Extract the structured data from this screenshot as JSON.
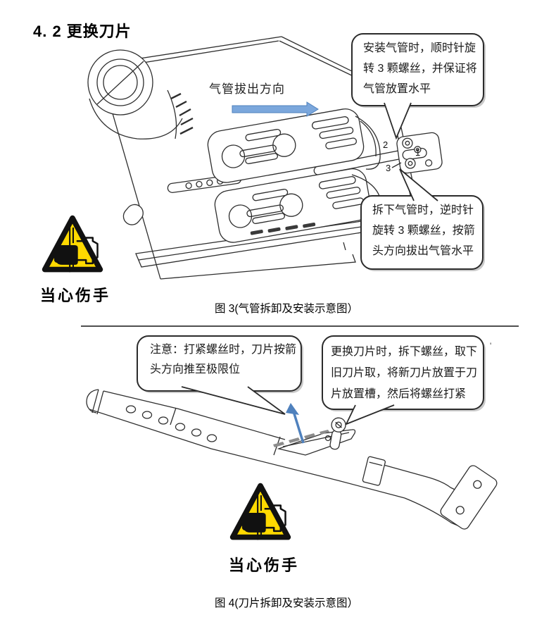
{
  "page": {
    "title": "4. 2 更换刀片",
    "stray_mark": "'"
  },
  "figure3": {
    "direction_label": "气管拔出方向",
    "bubble_install_lines": [
      "安装气管时，顺时针旋",
      "转 3 颗螺丝，并保证将",
      "气管放置水平"
    ],
    "bubble_remove_lines": [
      "拆下气管时，逆时针",
      "旋转 3 颗螺丝，按箭",
      "头方向拔出气管水平"
    ],
    "screw_label_1": "1",
    "screw_label_2": "2",
    "screw_label_3": "3",
    "warning_label": "当心伤手",
    "caption": "图 3(气管拆卸及安装示意图）"
  },
  "figure4": {
    "bubble_note_lines": [
      "注意：打紧螺丝时，刀片按箭",
      "头方向推至极限位"
    ],
    "bubble_replace_lines": [
      "更换刀片时，拆下螺丝，取下",
      "旧刀片取，将新刀片放置于刀",
      "片放置槽，然后将螺丝打紧"
    ],
    "warning_label": "当心伤手",
    "caption": "图 4(刀片拆卸及安装示意图）"
  },
  "colors": {
    "line": "#2e2e2e",
    "arrow_blue_fill": "#7ba7dc",
    "arrow_blue_stroke": "#4f81bd",
    "warning_yellow": "#ffd900"
  }
}
